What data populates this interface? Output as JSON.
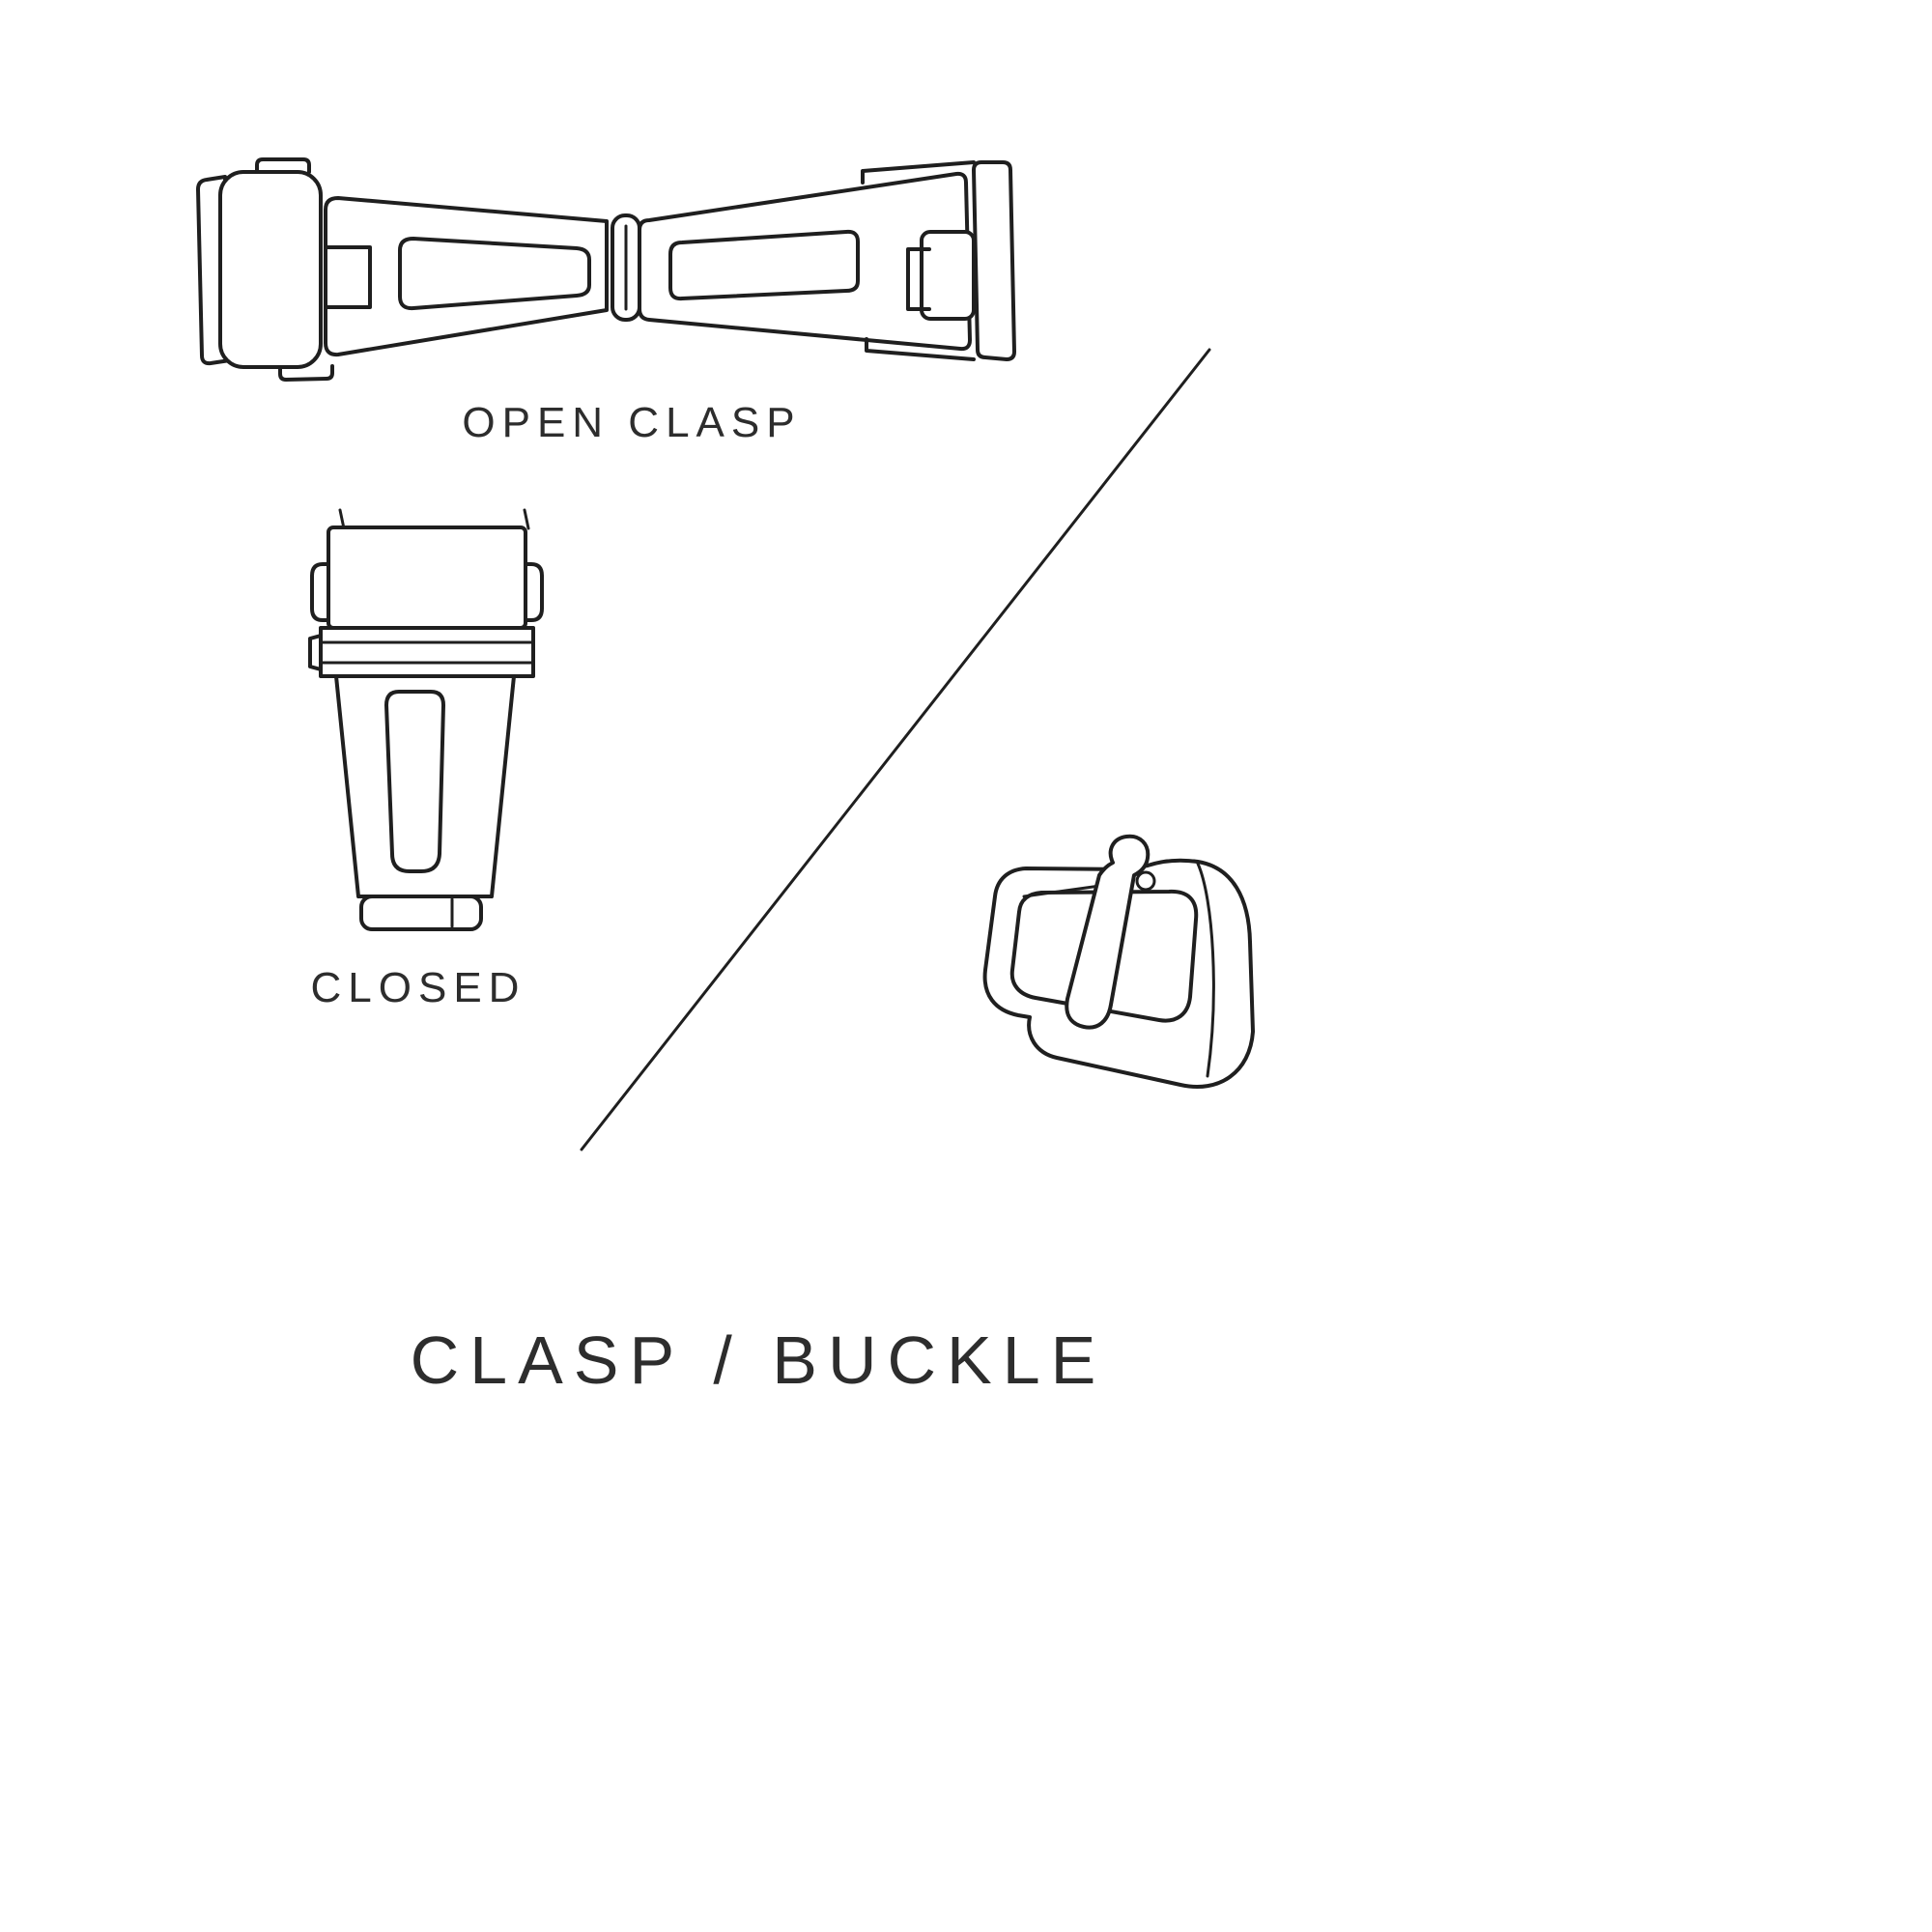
{
  "title": "CLASP / BUCKLE",
  "captions": {
    "open_clasp": "OPEN CLASP",
    "closed": "CLOSED"
  },
  "colors": {
    "background": "#ffffff",
    "line": "#1f1f1f",
    "text": "#2d2d2d"
  }
}
